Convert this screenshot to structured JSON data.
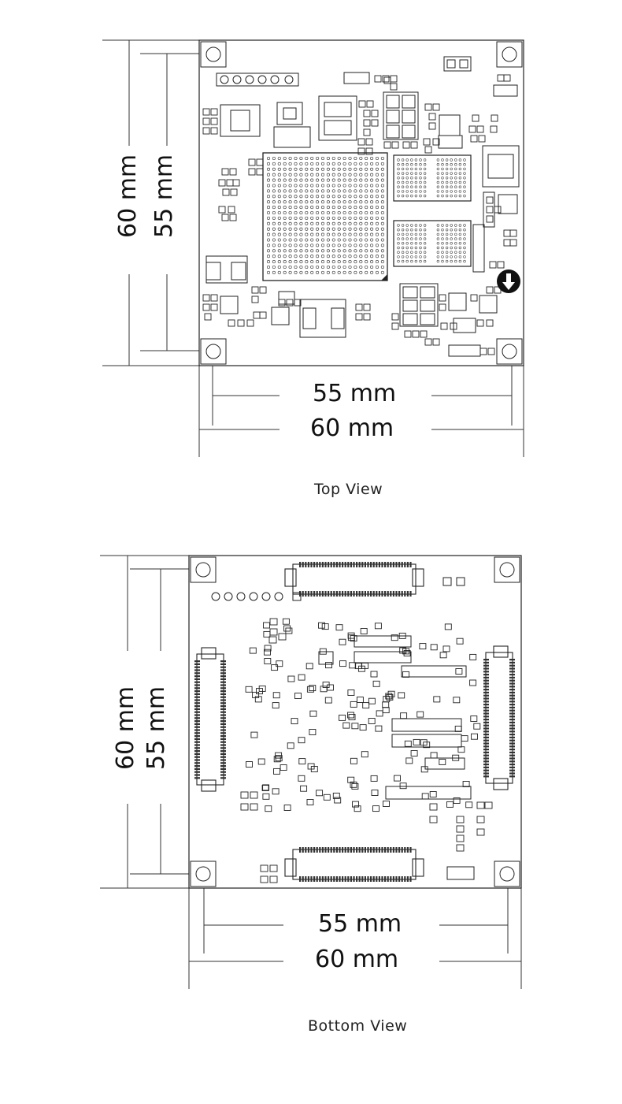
{
  "top_view": {
    "caption": "Top View",
    "height_outer": "60 mm",
    "height_inner": "55 mm",
    "width_inner": "55 mm",
    "width_outer": "60 mm"
  },
  "bottom_view": {
    "caption": "Bottom View",
    "height_outer": "60 mm",
    "height_inner": "55 mm",
    "width_inner": "55 mm",
    "width_outer": "60 mm"
  },
  "colors": {
    "line": "#222222",
    "dim_line": "#333333",
    "background": "#ffffff"
  }
}
